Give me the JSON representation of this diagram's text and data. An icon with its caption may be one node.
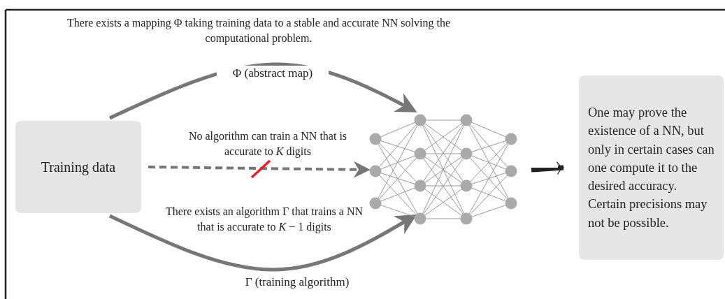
{
  "diagram": {
    "nodes": [
      {
        "text": [
          "Training data"
        ]
      },
      {
        "text": [],
        "shape": "picture"
      },
      {
        "text": [
          "One may prove the existence of a NN, but only in certain cases can one compute it to the desired accuracy. Certain precisions may not be possible."
        ]
      }
    ],
    "edges": [
      {
        "from": 0,
        "to": 1,
        "arrow": "to",
        "label": "Φ (abstract map)"
      },
      {
        "from": 0,
        "to": 1,
        "arrow": "to",
        "style": "dashed",
        "label": "No algorithm can train a NN that is accurate to *K* digits"
      },
      {
        "from": 0,
        "to": 1,
        "arrow": "to",
        "label": "Γ (training algorithm)"
      },
      {
        "from": 1,
        "to": 2,
        "arrow": "to"
      }
    ],
    "labels": [
      "There exists a mapping Φ taking training data to a stable and accurate NN solving the computational problem.",
      "There exists an algorithm Γ that trains a NN that is accurate to *K* − 1 digits"
    ]
  }
}
